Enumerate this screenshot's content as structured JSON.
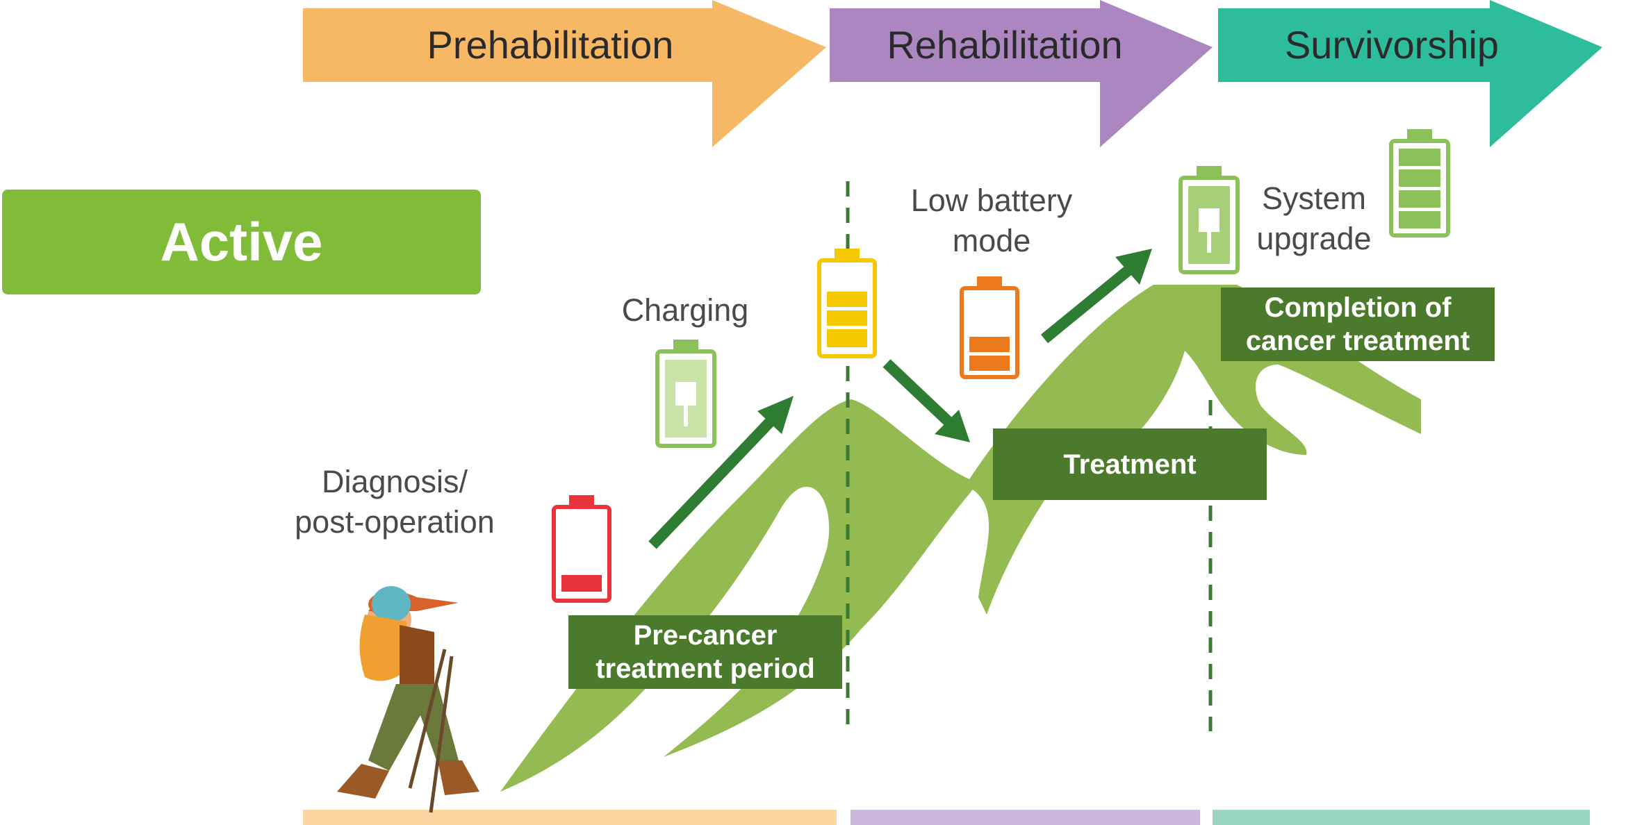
{
  "phases": [
    {
      "label": "Prehabilitation",
      "color": "#f6b864"
    },
    {
      "label": "Rehabilitation",
      "color": "#ab86c1"
    },
    {
      "label": "Survivorship",
      "color": "#2dbc9c"
    }
  ],
  "badge": {
    "label": "Active",
    "color": "#80bc38"
  },
  "annotations": {
    "diagnosis": "Diagnosis/\npost-operation",
    "charging": "Charging",
    "low_battery": "Low battery\nmode",
    "system_upgrade": "System\nupgrade"
  },
  "stages": {
    "pre_cancer": "Pre-cancer\ntreatment period",
    "treatment": "Treatment",
    "completion": "Completion of\ncancer treatment"
  },
  "batteries": [
    {
      "name": "red-low",
      "color": "#e8323c",
      "level": 1
    },
    {
      "name": "charging-light-green",
      "color": "#8cc15a",
      "level": "plug"
    },
    {
      "name": "yellow",
      "color": "#f5c800",
      "level": 3
    },
    {
      "name": "orange",
      "color": "#ec7a1c",
      "level": 2
    },
    {
      "name": "charging-green",
      "color": "#8cc15a",
      "level": "plug"
    },
    {
      "name": "full-green",
      "color": "#8cc15a",
      "level": 4
    }
  ]
}
